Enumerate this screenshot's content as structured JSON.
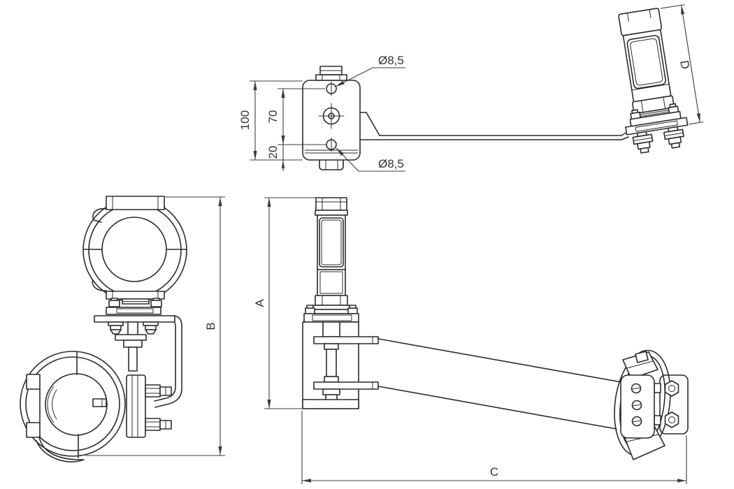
{
  "drawing": {
    "type": "technical-drawing",
    "background": "#ffffff",
    "line_color": "#2b2b2b",
    "dim_color": "#3c3c3c",
    "labels": {
      "front_total_height": "100",
      "front_hole_spacing": "70",
      "front_hole_offset": "20",
      "front_hole_dia_top": "Ø8,5",
      "front_hole_dia_bottom": "Ø8,5",
      "side_overall_height": "A",
      "clamp_assembly_height": "B",
      "arm_overall_length": "C",
      "lamp_overall_length": "D"
    }
  }
}
